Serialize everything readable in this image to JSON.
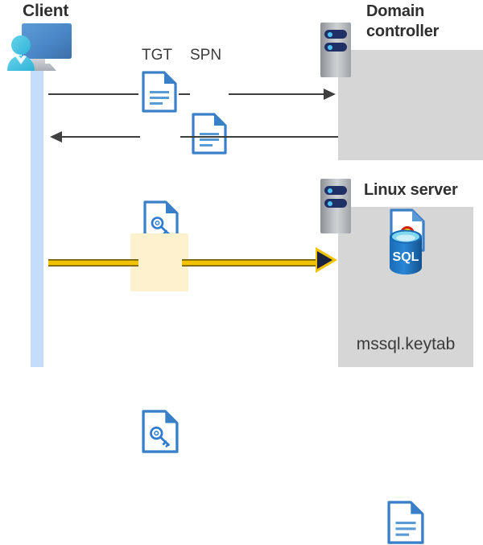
{
  "diagram": {
    "type": "sequence-architecture",
    "title_client": "Client",
    "title_domain_controller": "Domain\ncontroller",
    "title_linux_server": "Linux server"
  },
  "labels": {
    "client": "Client",
    "domain_controller_line1": "Domain",
    "domain_controller_line2": "controller",
    "linux_server": "Linux server",
    "tgt": "TGT",
    "spn": "SPN",
    "keytab_file": "mssql.keytab",
    "sql_text": "SQL"
  },
  "icons": {
    "client": "client-workstation-icon",
    "server_rack": "server-rack-icon",
    "tgt_document": "document-icon",
    "spn_document": "document-icon",
    "ticket_key_document": "key-document-icon",
    "service_ticket_document": "key-document-icon",
    "certificate": "certificate-document-icon",
    "sql_database": "sql-database-icon",
    "keytab_document": "document-icon"
  },
  "flows": [
    {
      "name": "request-tgt-spn",
      "from": "client",
      "to": "domain-controller",
      "direction": "right",
      "style": "thin-black",
      "payload": [
        "TGT",
        "SPN"
      ]
    },
    {
      "name": "receive-service-ticket",
      "from": "domain-controller",
      "to": "client",
      "direction": "left",
      "style": "thin-black",
      "payload": [
        "service-ticket"
      ]
    },
    {
      "name": "present-service-ticket",
      "from": "client",
      "to": "linux-server",
      "direction": "right",
      "style": "thick-yellow-highlighted",
      "payload": [
        "service-ticket"
      ]
    }
  ],
  "colors": {
    "panel_gray": "#d6d6d6",
    "lifeline_blue": "#c3ddfa",
    "accent_blue": "#2e7cd1",
    "doc_border": "#3a80c9",
    "highlight_yellow": "#fdf2cd",
    "arrow_yellow": "#f2c200",
    "arrow_black": "#3f3f3f",
    "title_gray": "#2f2f2f",
    "sql_blue": "#1a6bb5",
    "seal_red": "#d32011",
    "seal_yellow": "#ffd800",
    "server_navy": "#1f3066"
  }
}
